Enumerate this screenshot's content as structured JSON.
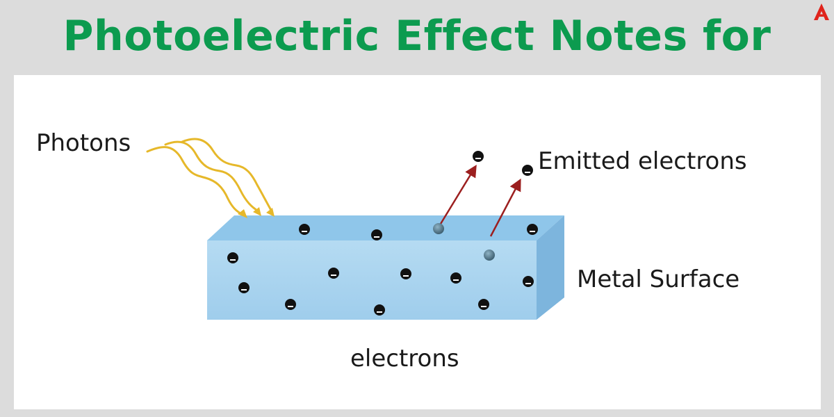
{
  "header": {
    "title": "Photoelectric Effect Notes for NEET",
    "title_color": "#0c9b4f",
    "brand_color": "#e0241c",
    "brand_icon": "adda-logo-icon"
  },
  "diagram": {
    "labels": {
      "photons": "Photons",
      "emitted_electrons": "Emitted electrons",
      "metal_surface": "Metal Surface",
      "electrons": "electrons"
    },
    "colors": {
      "slab_front": "#a9d3ee",
      "slab_top": "#8fc6ea",
      "slab_side": "#7db5dd",
      "photon_wave": "#e6b82a",
      "arrow": "#9c1f1f",
      "electron": "#111111",
      "emitted_electron": "#4a6f82"
    }
  }
}
